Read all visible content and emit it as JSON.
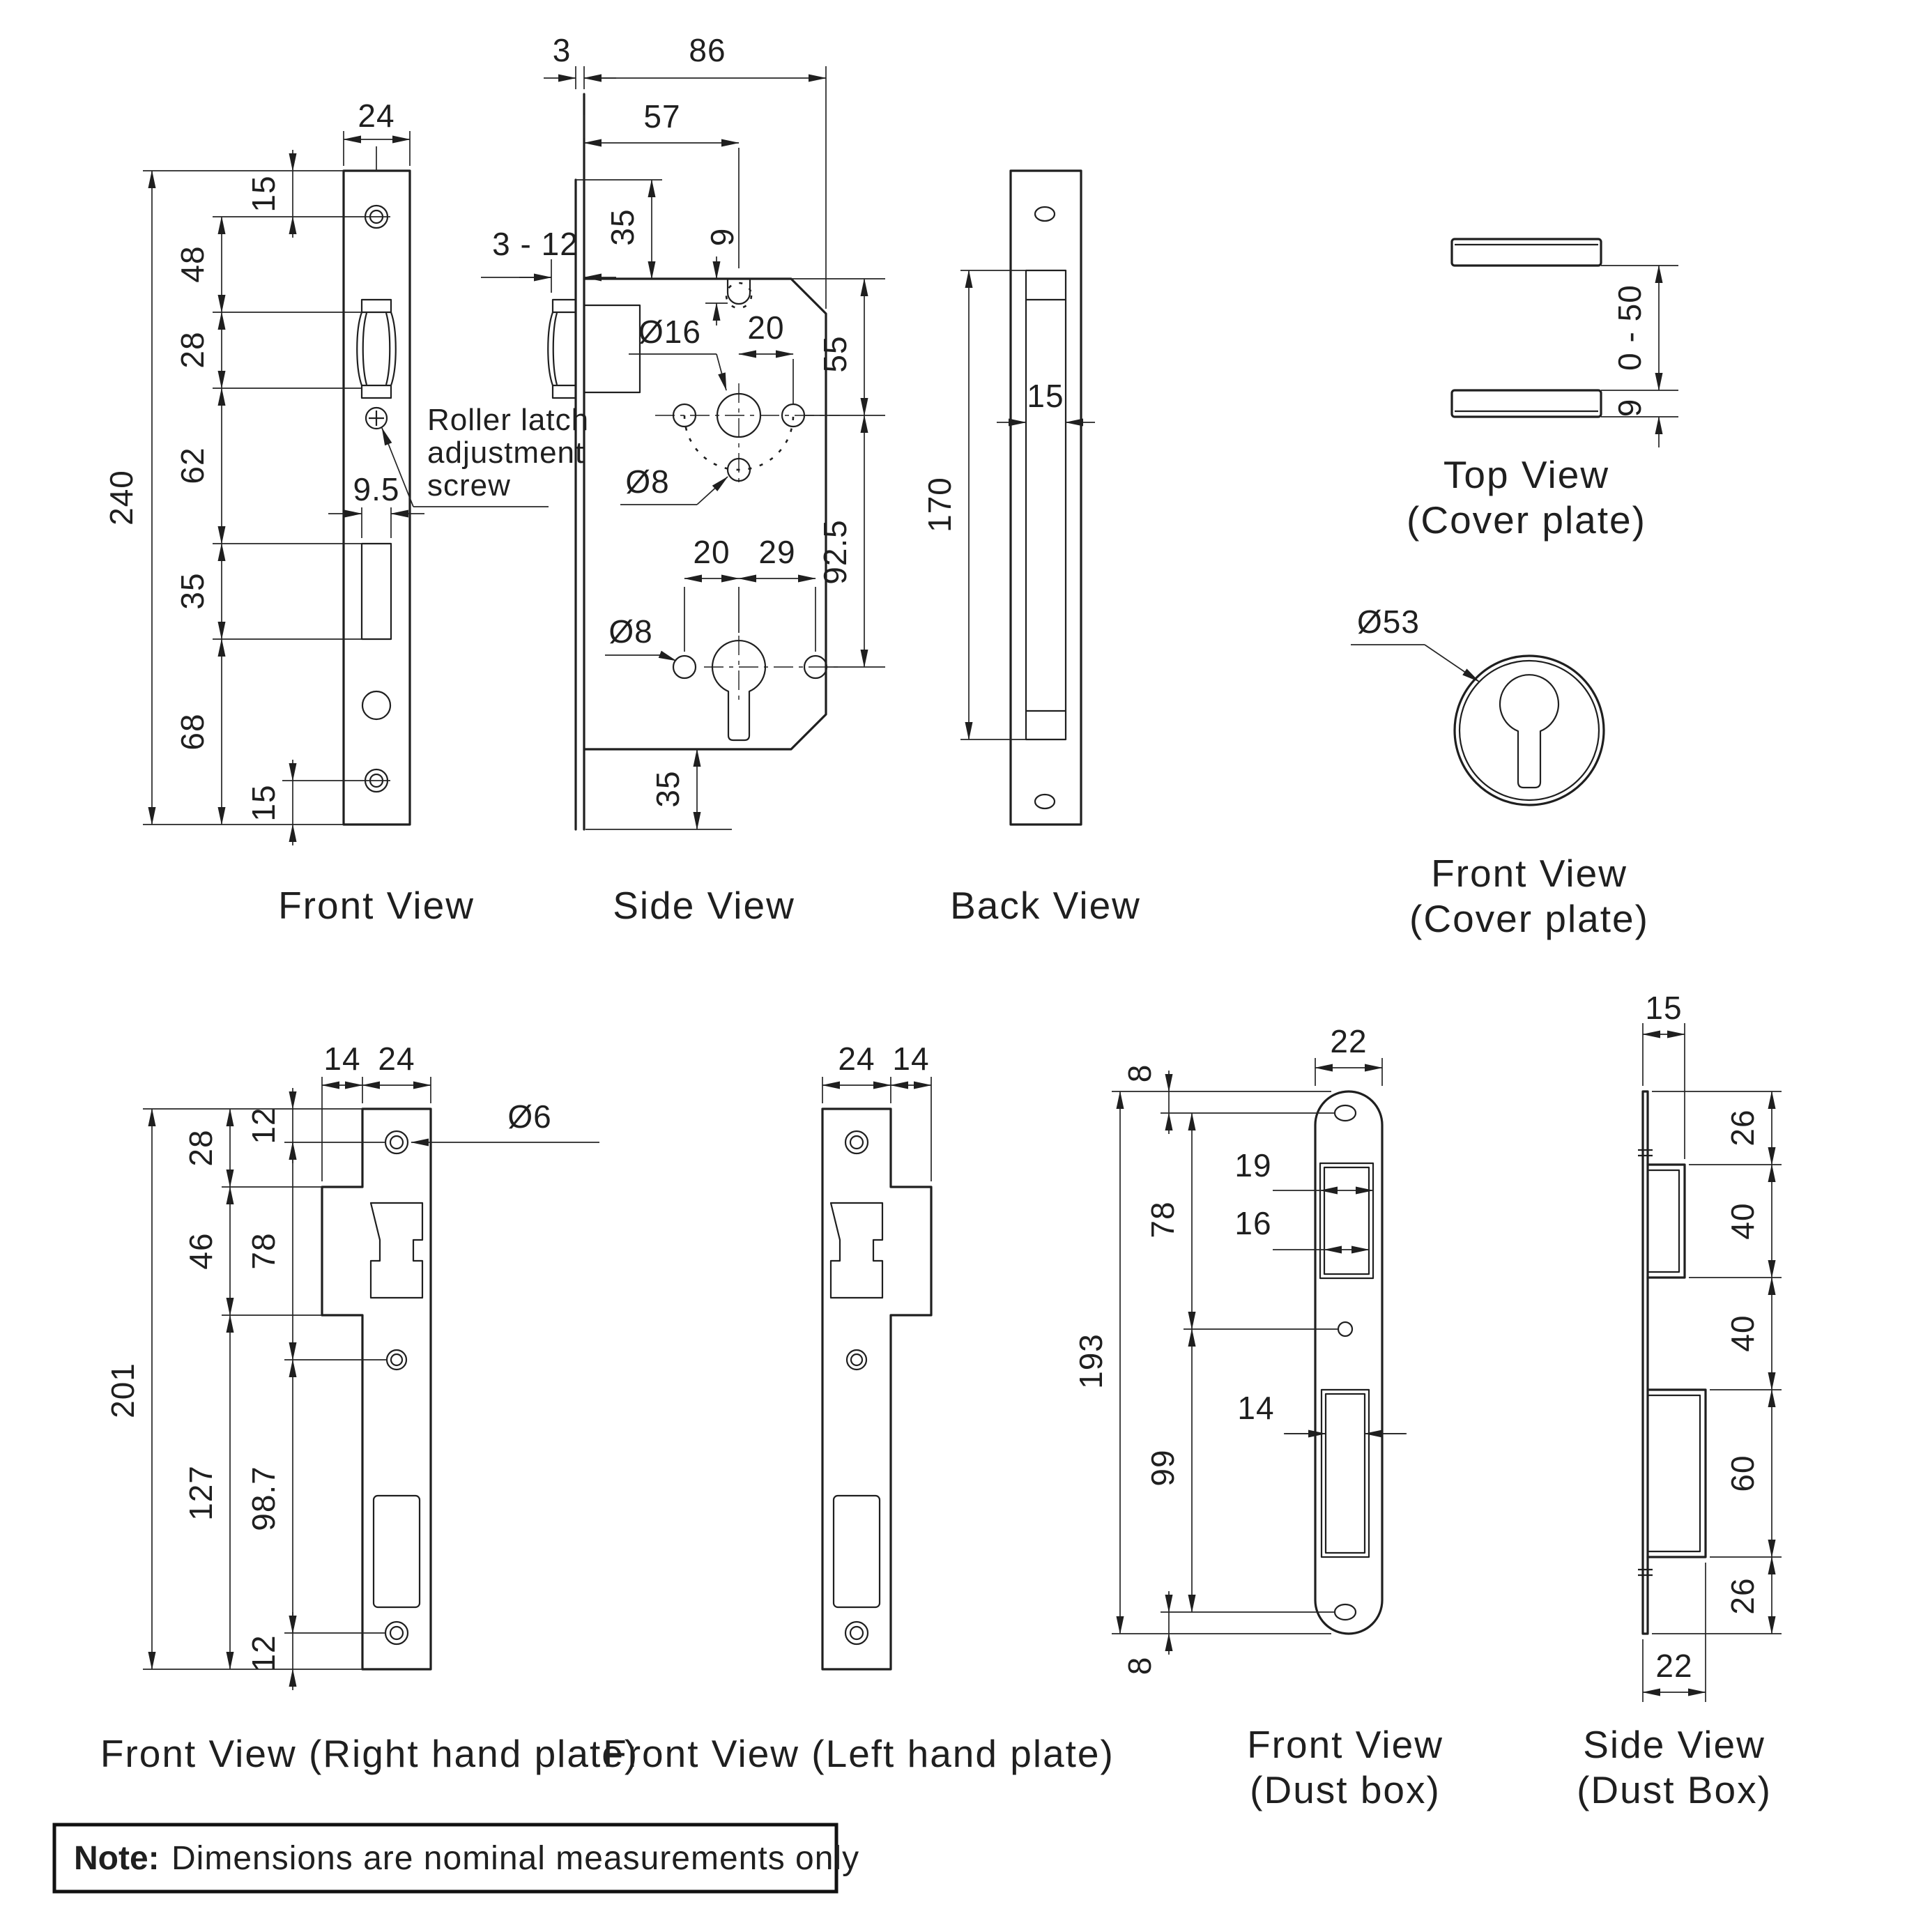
{
  "front_view": {
    "label": "Front View",
    "dims": {
      "width": "24",
      "top_hole": "15",
      "d48": "48",
      "d28": "28",
      "d62": "62",
      "total": "240",
      "latch_w": "9.5",
      "d35": "35",
      "d68": "68",
      "bottom_hole": "15"
    },
    "annotation": [
      "Roller latch",
      "adjustment",
      "screw"
    ]
  },
  "side_view": {
    "label": "Side View",
    "dims": {
      "d3": "3",
      "d86": "86",
      "d57": "57",
      "d35_top": "35",
      "d9": "9",
      "range": "3 - 12",
      "d16": "Ø16",
      "d20_top": "20",
      "d55": "55",
      "d8_top": "Ø8",
      "d92_5": "92.5",
      "d20_bot": "20",
      "d29": "29",
      "d8_bot": "Ø8",
      "d35_bot": "35"
    }
  },
  "back_view": {
    "label": "Back View",
    "dims": {
      "d170": "170",
      "d15": "15"
    }
  },
  "top_view_cover": {
    "label": [
      "Top View",
      "(Cover plate)"
    ],
    "dims": {
      "range": "0 - 50",
      "d9": "9"
    }
  },
  "front_view_cover": {
    "label": [
      "Front View",
      "(Cover plate)"
    ],
    "dims": {
      "d53": "Ø53"
    }
  },
  "right_plate": {
    "label": "Front View (Right hand plate)",
    "dims": {
      "d14": "14",
      "d24": "24",
      "d6": "Ø6",
      "d12_top": "12",
      "d28": "28",
      "d46": "46",
      "d78": "78",
      "d201": "201",
      "d127": "127",
      "d98_7": "98.7",
      "d12_bot": "12"
    }
  },
  "left_plate": {
    "label": "Front View (Left hand plate)",
    "dims": {
      "d24": "24",
      "d14": "14"
    }
  },
  "dust_box_front": {
    "label": [
      "Front View",
      "(Dust box)"
    ],
    "dims": {
      "d8_top": "8",
      "d22": "22",
      "d19": "19",
      "d16": "16",
      "d78": "78",
      "d14": "14",
      "d99": "99",
      "d193": "193",
      "d8_bot": "8"
    }
  },
  "dust_box_side": {
    "label": [
      "Side View",
      "(Dust Box)"
    ],
    "dims": {
      "d15": "15",
      "d26_top": "26",
      "d40_a": "40",
      "d40_b": "40",
      "d60": "60",
      "d26_bot": "26",
      "d22": "22"
    }
  },
  "note": {
    "prefix": "Note:",
    "text": "Dimensions are nominal measurements only"
  }
}
